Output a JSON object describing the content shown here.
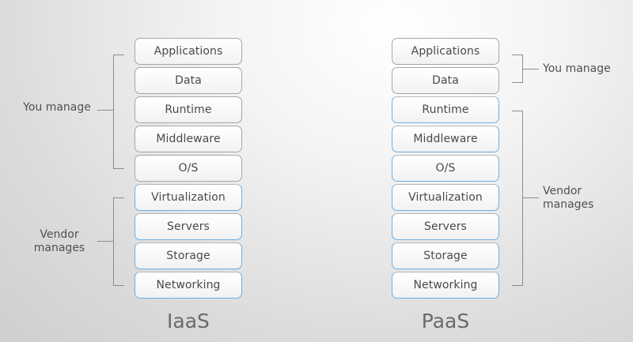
{
  "iaas": {
    "title": "IaaS",
    "layers": [
      {
        "label": "Applications",
        "vendor": false
      },
      {
        "label": "Data",
        "vendor": false
      },
      {
        "label": "Runtime",
        "vendor": false
      },
      {
        "label": "Middleware",
        "vendor": false
      },
      {
        "label": "O/S",
        "vendor": false
      },
      {
        "label": "Virtualization",
        "vendor": true
      },
      {
        "label": "Servers",
        "vendor": true
      },
      {
        "label": "Storage",
        "vendor": true
      },
      {
        "label": "Networking",
        "vendor": true
      }
    ],
    "you_manage_label": "You manage",
    "vendor_label_line1": "Vendor",
    "vendor_label_line2": "manages"
  },
  "paas": {
    "title": "PaaS",
    "layers": [
      {
        "label": "Applications",
        "vendor": false
      },
      {
        "label": "Data",
        "vendor": false
      },
      {
        "label": "Runtime",
        "vendor": true
      },
      {
        "label": "Middleware",
        "vendor": true
      },
      {
        "label": "O/S",
        "vendor": true
      },
      {
        "label": "Virtualization",
        "vendor": true
      },
      {
        "label": "Servers",
        "vendor": true
      },
      {
        "label": "Storage",
        "vendor": true
      },
      {
        "label": "Networking",
        "vendor": true
      }
    ],
    "you_manage_label": "You manage",
    "vendor_label_line1": "Vendor",
    "vendor_label_line2": "manages"
  },
  "colors": {
    "customer_border": "#a6a6a6",
    "vendor_border": "#6aaee4"
  }
}
